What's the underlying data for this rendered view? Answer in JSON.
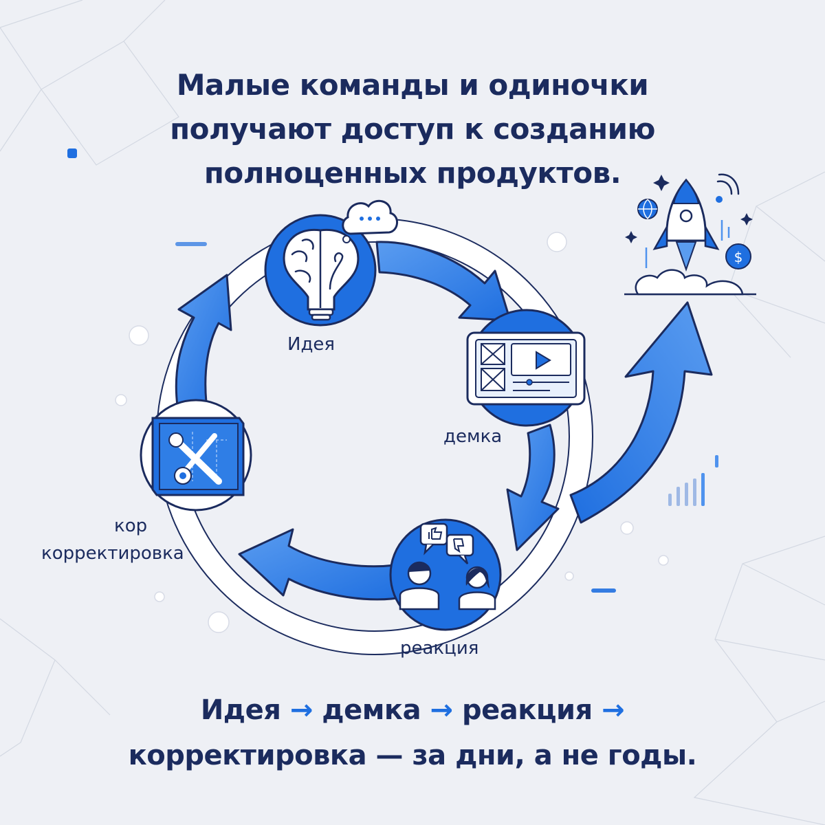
{
  "headline": {
    "line1": "Малые команды и одиночки",
    "line2": "получают доступ к созданию",
    "line3": "полноценных продуктов."
  },
  "cycle": {
    "idea": "Идея",
    "demo": "демка",
    "reaction": "реакция",
    "correction_partial": "кор",
    "correction": "корректировка"
  },
  "footer": {
    "s1": "Идея",
    "s2": "демка",
    "s3": "реакция",
    "s4": "корректировка",
    "tail": "— за дни, а не годы.",
    "arrow": "→"
  },
  "icons": {
    "idea": "brain-lightbulb-icon",
    "demo": "tablet-video-icon",
    "reaction": "people-feedback-icon",
    "correction": "wrench-gear-blueprint-icon",
    "launch": "rocket-launch-icon"
  },
  "colors": {
    "accent": "#1f6fe0",
    "arrow_light": "#4f93ee",
    "text": "#1b2b5e",
    "background": "#eef0f5"
  }
}
